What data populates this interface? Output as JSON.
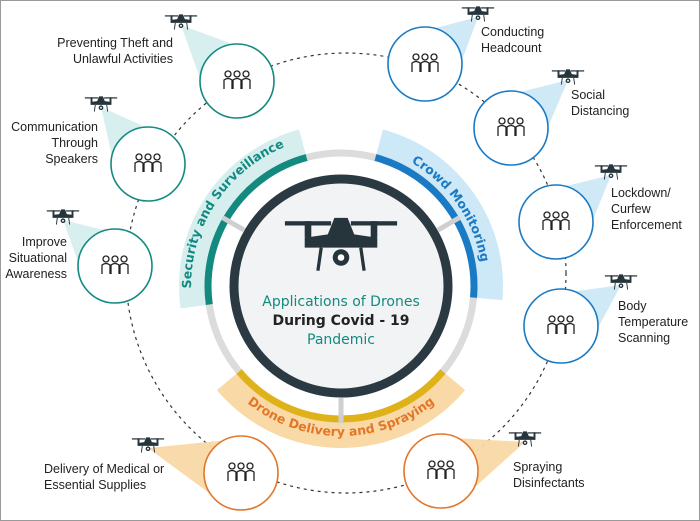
{
  "center": {
    "line1": "Applications of Drones",
    "line2": "During Covid - 19",
    "line3": "Pandemic"
  },
  "categories": {
    "security": {
      "label": "Security and Surveillance",
      "color": "#138a80",
      "band": "#d6eeee"
    },
    "crowd": {
      "label": "Crowd Monitoring",
      "color": "#1a7ac4",
      "band": "#cde8f6"
    },
    "delivery": {
      "label": "Drone Delivery and Spraying",
      "color": "#e0b21a",
      "band": "#f9d9a6",
      "text": "#e2762a"
    }
  },
  "colors": {
    "dark": "#2b3a42",
    "ring": "#dcdcdc",
    "center_fill": "#f2f3f4",
    "teal_text": "#138a80"
  },
  "applications": [
    {
      "id": "theft",
      "category": "security",
      "icon": "thief-house-icon",
      "lines": [
        "Preventing Theft and",
        "Unlawful Activities"
      ]
    },
    {
      "id": "comm",
      "category": "security",
      "icon": "speakers-chat-icon",
      "lines": [
        "Communication",
        "Through",
        "Speakers"
      ]
    },
    {
      "id": "situational",
      "category": "security",
      "icon": "city-scene-icon",
      "lines": [
        "Improve",
        "Situational",
        "Awareness"
      ]
    },
    {
      "id": "headcount",
      "category": "crowd",
      "icon": "crowd-icon",
      "lines": [
        "Conducting",
        "Headcount"
      ]
    },
    {
      "id": "social",
      "category": "crowd",
      "icon": "social-distancing-icon",
      "lines": [
        "Social",
        "Distancing"
      ]
    },
    {
      "id": "lockdown",
      "category": "crowd",
      "icon": "curfew-guard-icon",
      "lines": [
        "Lockdown/",
        "Curfew",
        "Enforcement"
      ]
    },
    {
      "id": "body",
      "category": "crowd",
      "icon": "body-temperature-icon",
      "lines": [
        "Body",
        "Temperature",
        "Scanning"
      ]
    },
    {
      "id": "delivery",
      "category": "delivery",
      "icon": "supplies-delivery-icon",
      "lines": [
        "Delivery of Medical or",
        "Essential Supplies"
      ]
    },
    {
      "id": "spraying",
      "category": "delivery",
      "icon": "spraying-house-icon",
      "lines": [
        "Spraying",
        "Disinfectants"
      ]
    }
  ]
}
